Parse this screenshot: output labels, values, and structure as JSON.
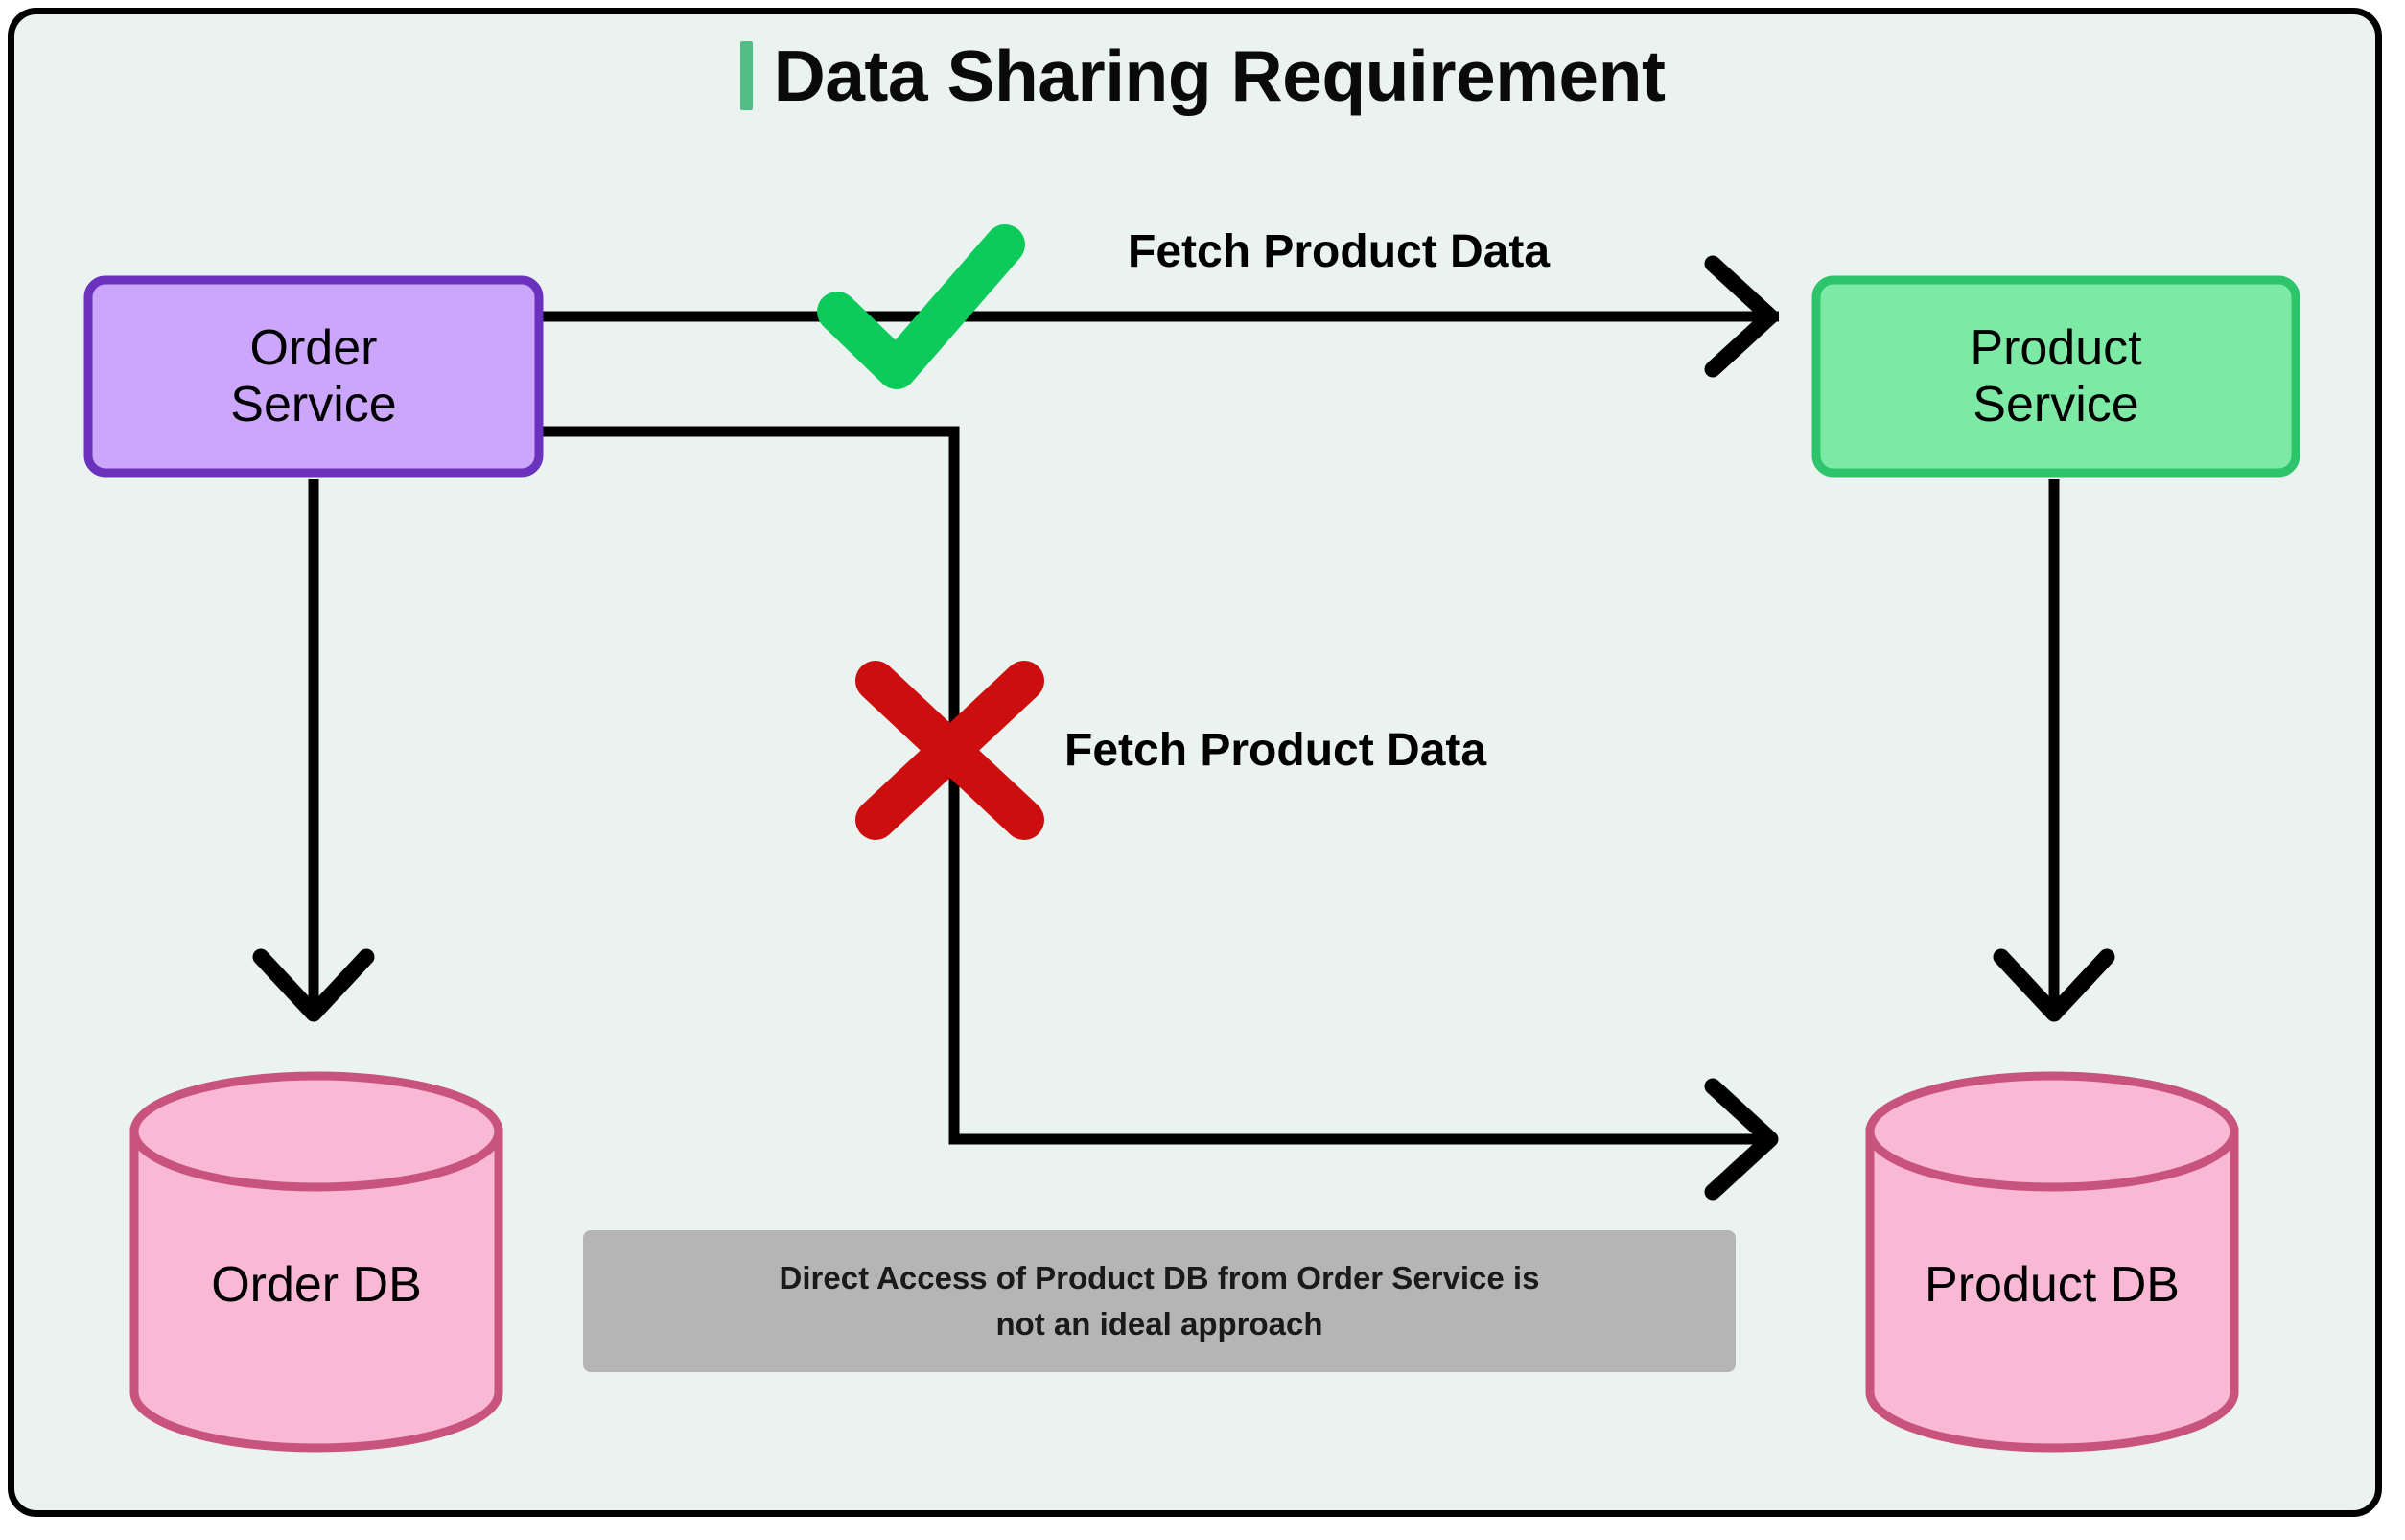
{
  "page": {
    "title": "Data Sharing Requirement",
    "background_color": "#eaf3ef",
    "frame_border_color": "#000000",
    "title_accent_color": "#52bd85"
  },
  "nodes": {
    "order_service": {
      "label": "Order\nService",
      "fill": "#cba6fa",
      "stroke": "#6b32bd"
    },
    "product_service": {
      "label": "Product\nService",
      "fill": "#7ceaa5",
      "stroke": "#2ec46c"
    },
    "order_db": {
      "label": "Order DB",
      "fill": "#f9b9d5",
      "stroke": "#c8537d"
    },
    "product_db": {
      "label": "Product DB",
      "fill": "#f9b9d5",
      "stroke": "#c8537d"
    }
  },
  "edges": {
    "allowed_call": {
      "label": "Fetch Product Data",
      "marker": "check-mark",
      "marker_color": "#0ccb5a",
      "from": "order_service",
      "to": "product_service",
      "verdict": "allowed"
    },
    "forbidden_call": {
      "label": "Fetch Product Data",
      "marker": "cross-mark",
      "marker_color": "#cc0e0e",
      "from": "order_service",
      "to": "product_db",
      "verdict": "forbidden"
    },
    "order_service_to_order_db": {
      "label": "",
      "from": "order_service",
      "to": "order_db"
    },
    "product_service_to_product_db": {
      "label": "",
      "from": "product_service",
      "to": "product_db"
    }
  },
  "note": {
    "text": "Direct Access of Product DB from Order Service is\nnot an ideal approach",
    "background": "#b5b5b5"
  }
}
